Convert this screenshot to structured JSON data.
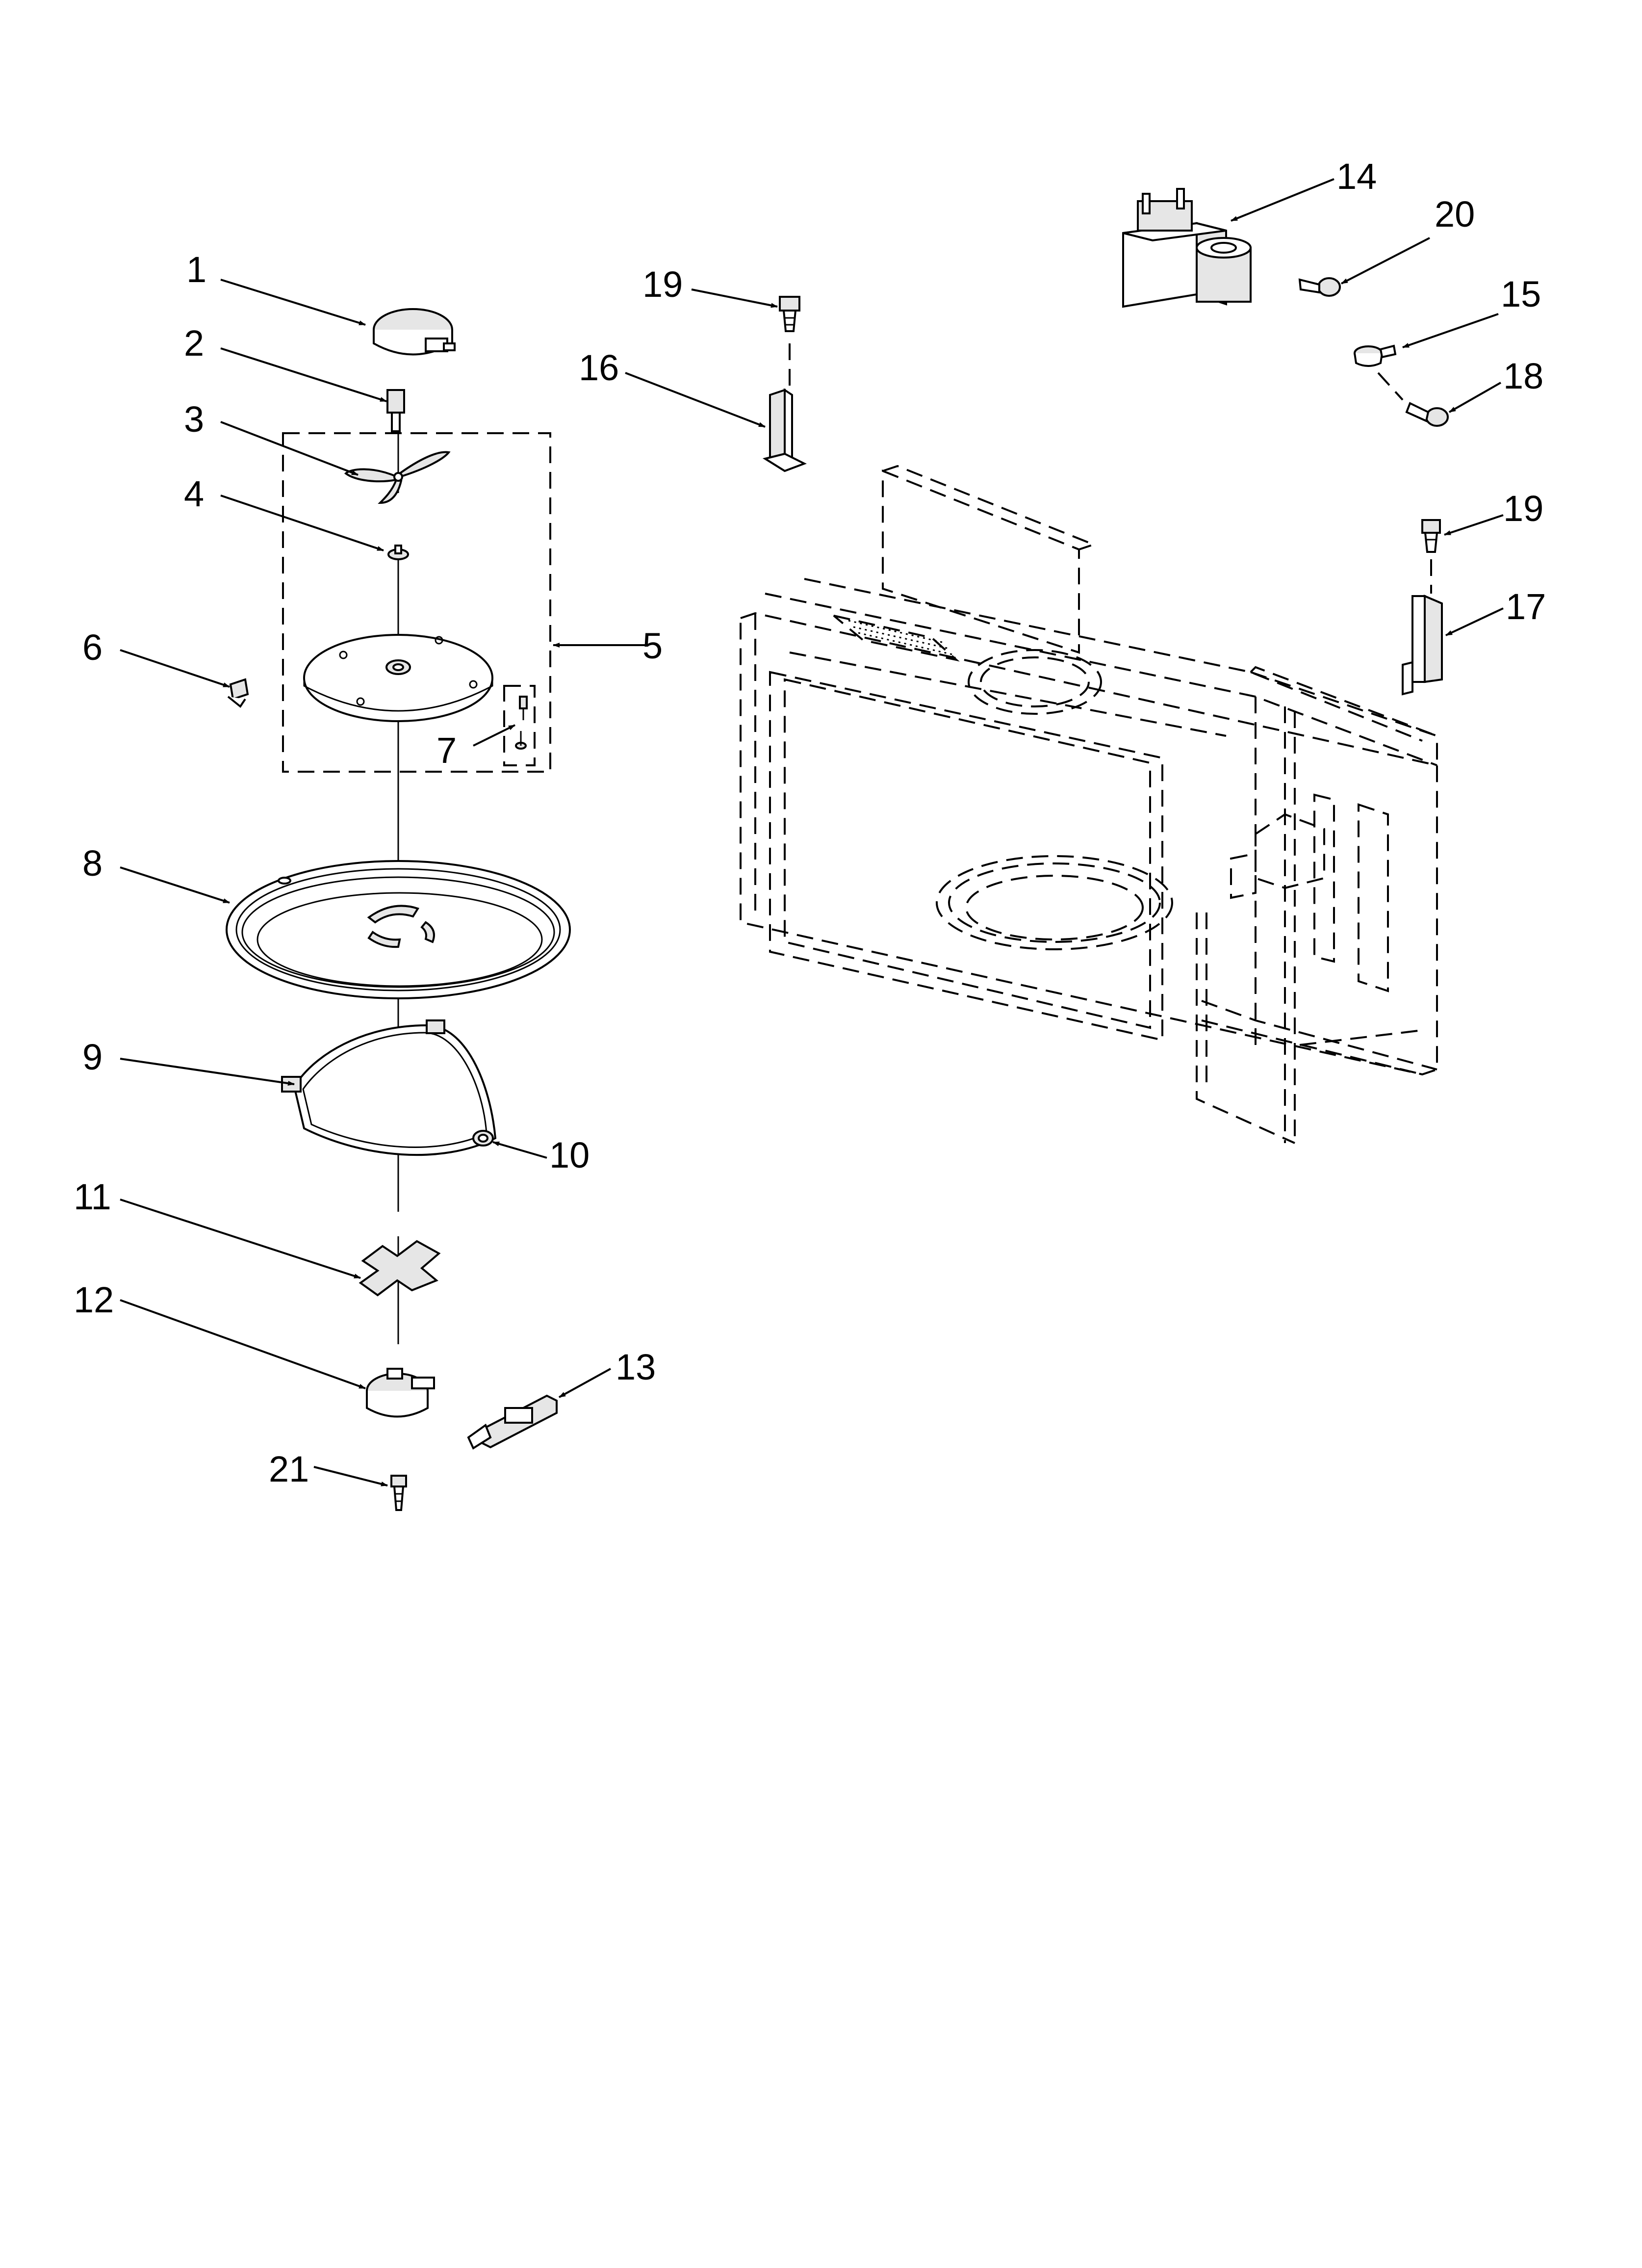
{
  "callouts": {
    "c1": "1",
    "c2": "2",
    "c3": "3",
    "c4": "4",
    "c5": "5",
    "c6": "6",
    "c7": "7",
    "c8": "8",
    "c9": "9",
    "c10": "10",
    "c11": "11",
    "c12": "12",
    "c13": "13",
    "c14": "14",
    "c15": "15",
    "c16": "16",
    "c17": "17",
    "c18": "18",
    "c19a": "19",
    "c19b": "19",
    "c20": "20",
    "c21": "21"
  }
}
